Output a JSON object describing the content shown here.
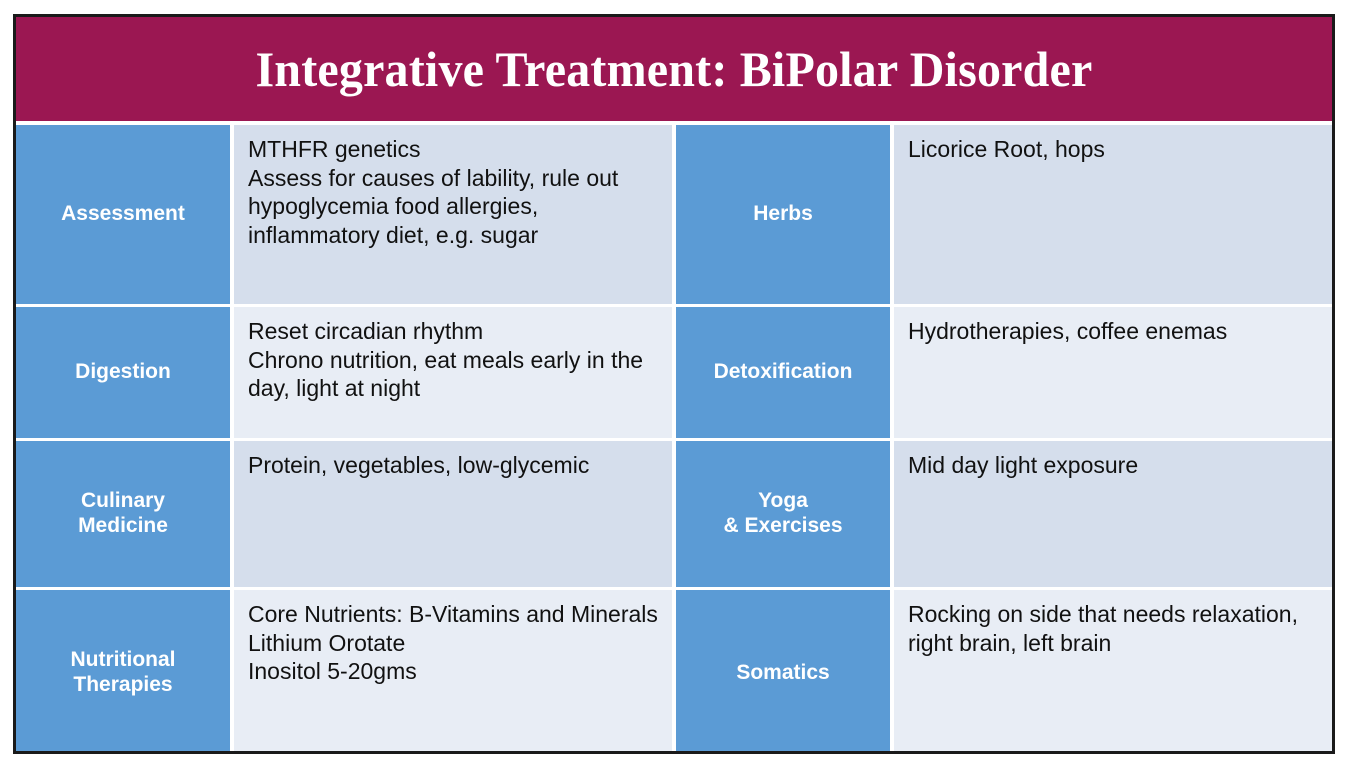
{
  "slide": {
    "title": "Integrative Treatment: BiPolar Disorder",
    "colors": {
      "title_banner": "#9B1752",
      "title_text": "#FFFFFF",
      "label_cell": "#5B9BD5",
      "label_text": "#FFFFFF",
      "content_shade_dark": "#D5DEEC",
      "content_shade_light": "#E8EDF5",
      "border": "#1A1A1A",
      "body_text": "#111111"
    },
    "rows": [
      {
        "left": {
          "label": "Assessment",
          "content": "MTHFR genetics\nAssess for causes of lability, rule out hypoglycemia food allergies, inflammatory diet, e.g. sugar"
        },
        "right": {
          "label": "Herbs",
          "content": "Licorice Root, hops"
        }
      },
      {
        "left": {
          "label": "Digestion",
          "content": "Reset circadian rhythm\nChrono nutrition, eat meals early in the day, light at night"
        },
        "right": {
          "label": "Detoxification",
          "content": "Hydrotherapies, coffee enemas"
        }
      },
      {
        "left": {
          "label": "Culinary\nMedicine",
          "content": "Protein, vegetables, low-glycemic"
        },
        "right": {
          "label": "Yoga\n&  Exercises",
          "content": "Mid day light exposure"
        }
      },
      {
        "left": {
          "label": "Nutritional\nTherapies",
          "content": "Core Nutrients: B-Vitamins and Minerals\nLithium Orotate\nInositol 5-20gms"
        },
        "right": {
          "label": "Somatics",
          "content": "Rocking on side that needs relaxation, right brain, left brain"
        }
      }
    ]
  }
}
